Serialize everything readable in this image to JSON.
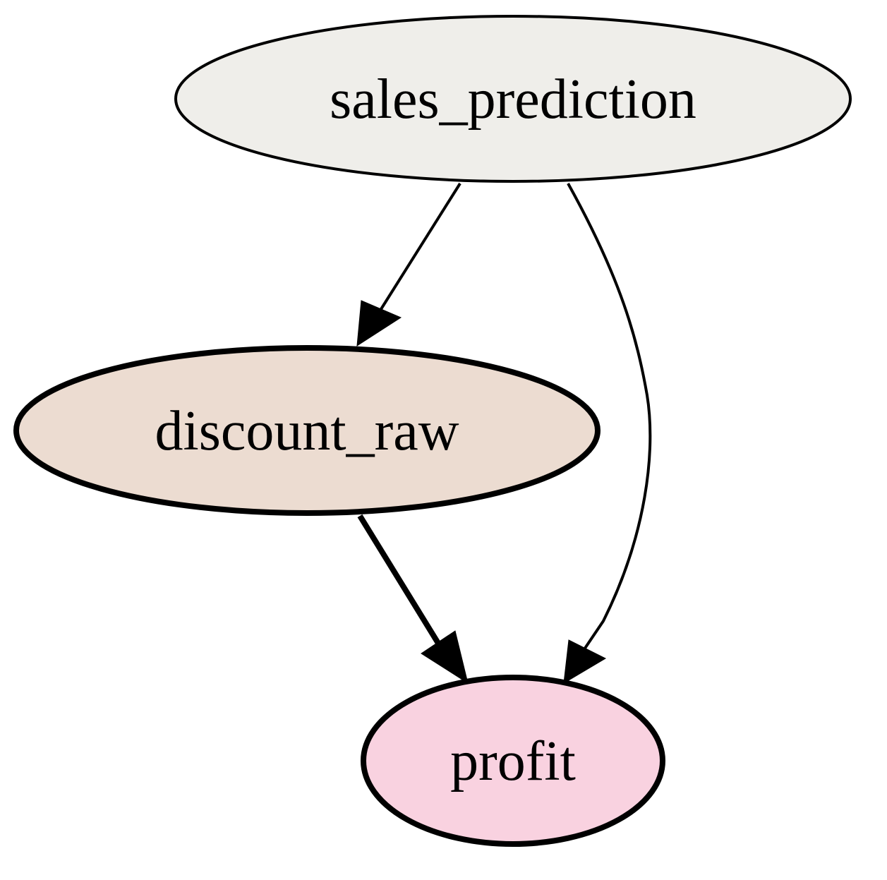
{
  "graph": {
    "nodes": {
      "sales_prediction": {
        "label": "sales_prediction",
        "fill": "#efeeea"
      },
      "discount_raw": {
        "label": "discount_raw",
        "fill": "#ecdcd1"
      },
      "profit": {
        "label": "profit",
        "fill": "#f9d2e0"
      }
    },
    "edges": [
      {
        "from": "sales_prediction",
        "to": "discount_raw"
      },
      {
        "from": "sales_prediction",
        "to": "profit"
      },
      {
        "from": "discount_raw",
        "to": "profit"
      }
    ]
  }
}
